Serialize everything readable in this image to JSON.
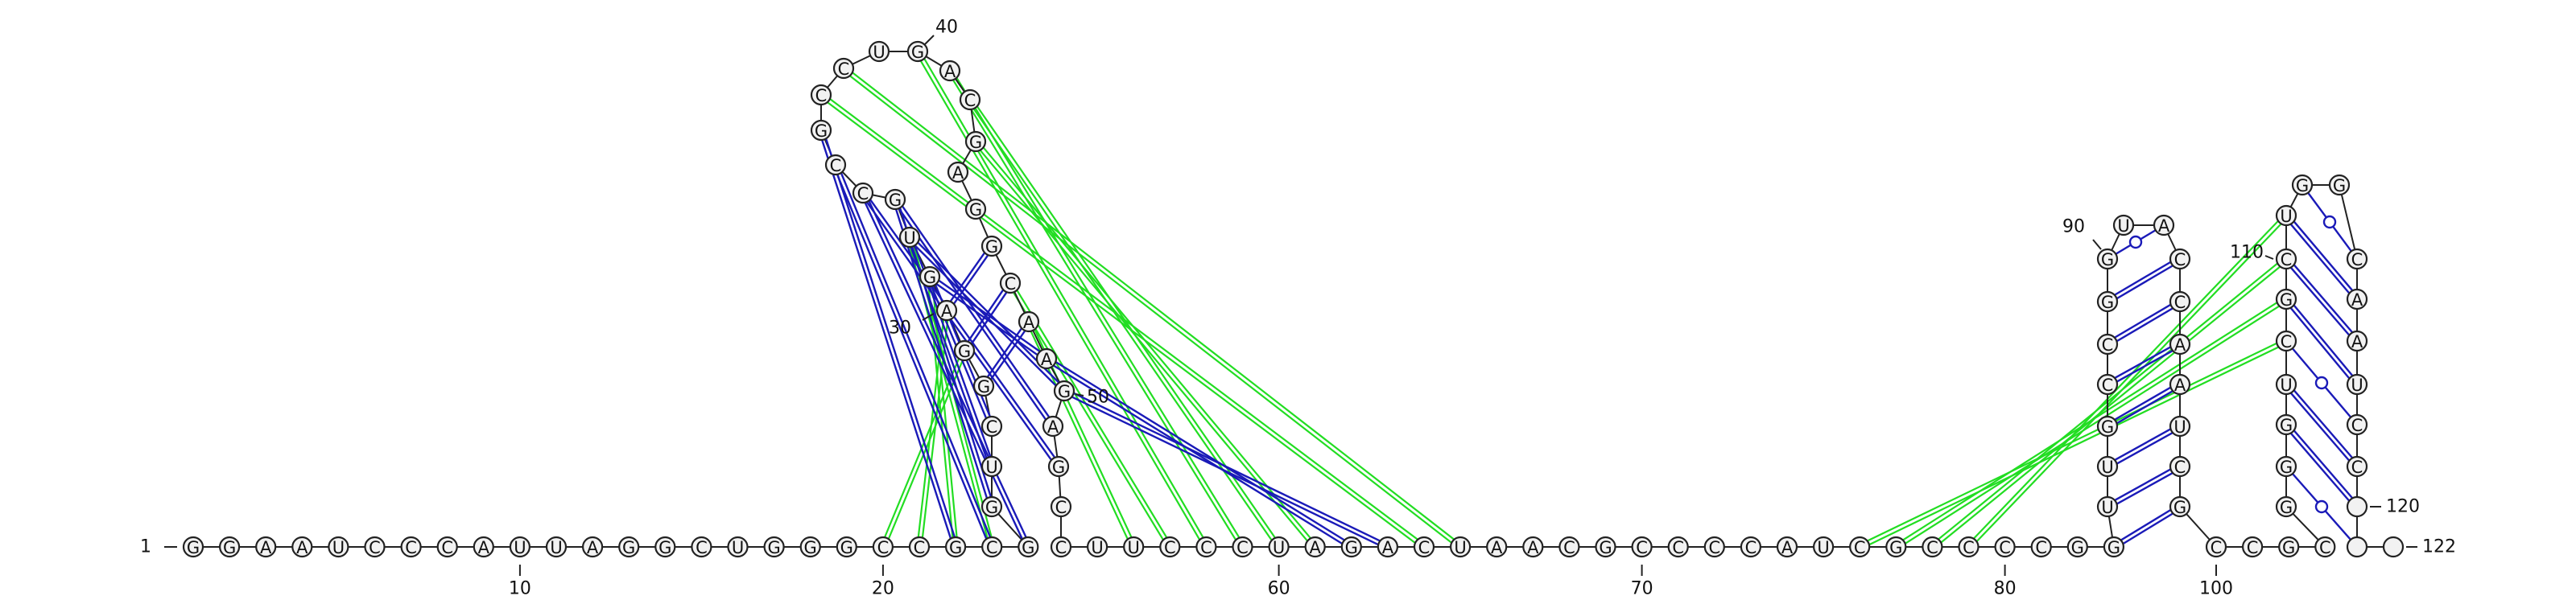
{
  "diagram": {
    "sequence": "GGAAUCCCAUUAGGCUGGGCCGCGGUCGGAGUGCCGCCUGACGAGGCAAGAGCCUUCCCUAGACUAACGCCCCAUCGCCCCGGUUGCCGGUACCAAUCGCCGCGGGUCGCUGGCAAUCC",
    "length": 122,
    "position_labels": [
      {
        "n": 1,
        "text": "1"
      },
      {
        "n": 10,
        "text": "10"
      },
      {
        "n": 20,
        "text": "20"
      },
      {
        "n": 30,
        "text": "30"
      },
      {
        "n": 40,
        "text": "40"
      },
      {
        "n": 50,
        "text": "50"
      },
      {
        "n": 60,
        "text": "60"
      },
      {
        "n": 70,
        "text": "70"
      },
      {
        "n": 80,
        "text": "80"
      },
      {
        "n": 90,
        "text": "90"
      },
      {
        "n": 100,
        "text": "100"
      },
      {
        "n": 110,
        "text": "110"
      },
      {
        "n": 120,
        "text": "120"
      },
      {
        "n": 122,
        "text": "122"
      }
    ],
    "base_pairs": [
      [
        22,
        36
      ],
      [
        23,
        35
      ],
      [
        24,
        34
      ],
      [
        25,
        33
      ],
      [
        26,
        32
      ],
      [
        27,
        31
      ],
      [
        28,
        48
      ],
      [
        29,
        47
      ],
      [
        30,
        46
      ],
      [
        31,
        49
      ],
      [
        32,
        50
      ],
      [
        33,
        51
      ],
      [
        34,
        52
      ],
      [
        49,
        62
      ],
      [
        50,
        63
      ],
      [
        86,
        96
      ],
      [
        87,
        95
      ],
      [
        88,
        94
      ],
      [
        89,
        93
      ],
      [
        90,
        92
      ],
      [
        85,
        97
      ],
      [
        84,
        98
      ],
      [
        83,
        99
      ],
      [
        105,
        121
      ],
      [
        106,
        120
      ],
      [
        107,
        119
      ],
      [
        108,
        118
      ],
      [
        109,
        117
      ],
      [
        110,
        116
      ],
      [
        111,
        115
      ],
      [
        112,
        114
      ]
    ],
    "gu_pairs": [
      [
        90,
        92
      ],
      [
        105,
        121
      ],
      [
        108,
        118
      ],
      [
        112,
        114
      ]
    ],
    "pseudoknot_pairs": [
      [
        20,
        29
      ],
      [
        21,
        30
      ],
      [
        22,
        31
      ],
      [
        23,
        32
      ],
      [
        37,
        64
      ],
      [
        38,
        65
      ],
      [
        40,
        58
      ],
      [
        41,
        59
      ],
      [
        42,
        60
      ],
      [
        43,
        61
      ],
      [
        48,
        56
      ],
      [
        47,
        57
      ],
      [
        76,
        108
      ],
      [
        77,
        109
      ],
      [
        78,
        110
      ],
      [
        79,
        111
      ]
    ],
    "colors": {
      "backbone": "#222222",
      "base_pair": "#1a1ab8",
      "pseudoknot": "#22dd22",
      "nucleotide_fill": "#f2f2f2"
    }
  }
}
